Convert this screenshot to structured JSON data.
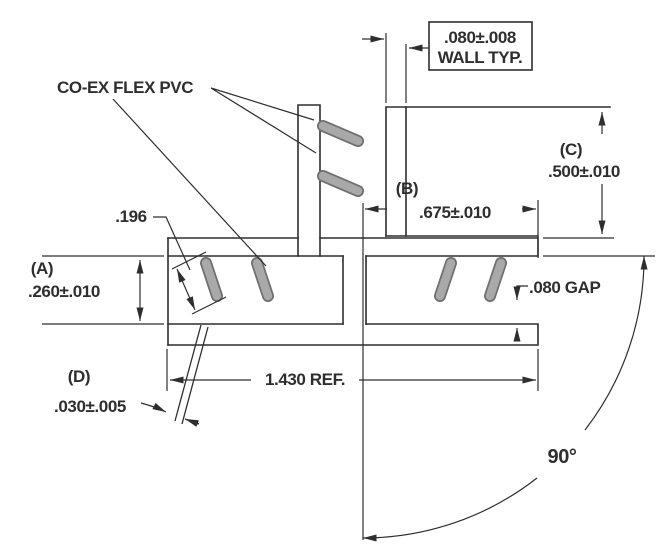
{
  "drawing": {
    "wall_note": {
      "line1": ".080±.008",
      "line2": "WALL TYP."
    },
    "material_callout": "CO-EX FLEX PVC",
    "dims": {
      "a": {
        "id": "(A)",
        "value": ".260±.010"
      },
      "b": {
        "id": "(B)",
        "value": ".675±.010"
      },
      "c": {
        "id": "(C)",
        "value": ".500±.010"
      },
      "d": {
        "id": "(D)",
        "value": ".030±.005"
      },
      "fin_length": ".196",
      "gap": ".080 GAP",
      "overall_ref": "1.430 REF.",
      "angle": "90°"
    },
    "colors": {
      "line": "#2e2e2e",
      "fin_fill": "#a9a9a9",
      "fin_edge": "#6f6f6f",
      "background": "#ffffff"
    }
  }
}
